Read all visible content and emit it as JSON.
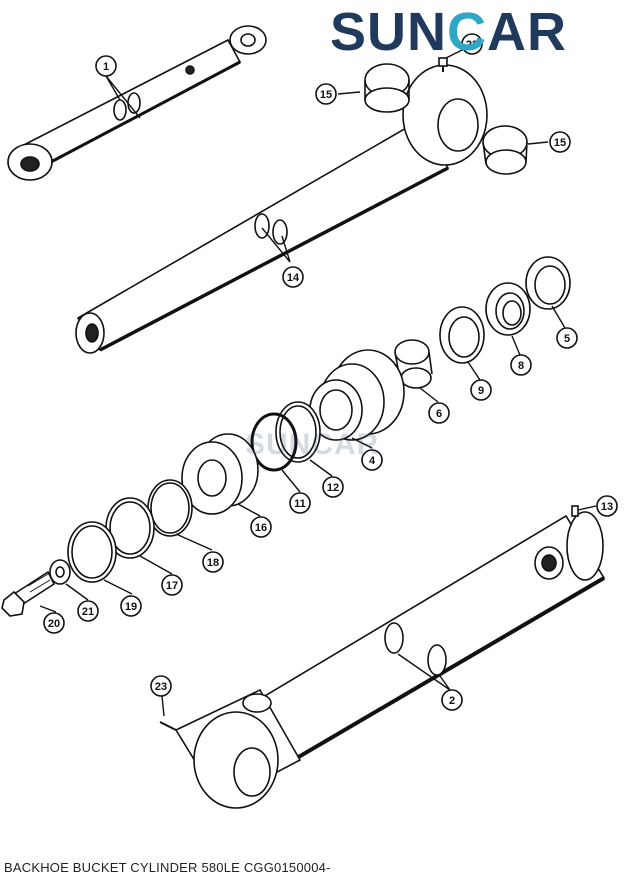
{
  "brand": {
    "logo_text_a": "SUN",
    "logo_text_b": "C",
    "logo_text_c": "AR",
    "primary_color": "#1f3a5c",
    "accent_color": "#2fa8c8"
  },
  "watermark": "SUNCAR",
  "caption": "BACKHOE BUCKET CYLINDER 580LE CGG0150004-",
  "callouts": [
    "1",
    "2",
    "4",
    "5",
    "6",
    "8",
    "9",
    "11",
    "12",
    "13",
    "14",
    "15",
    "15",
    "16",
    "17",
    "18",
    "19",
    "20",
    "21",
    "22",
    "23"
  ]
}
